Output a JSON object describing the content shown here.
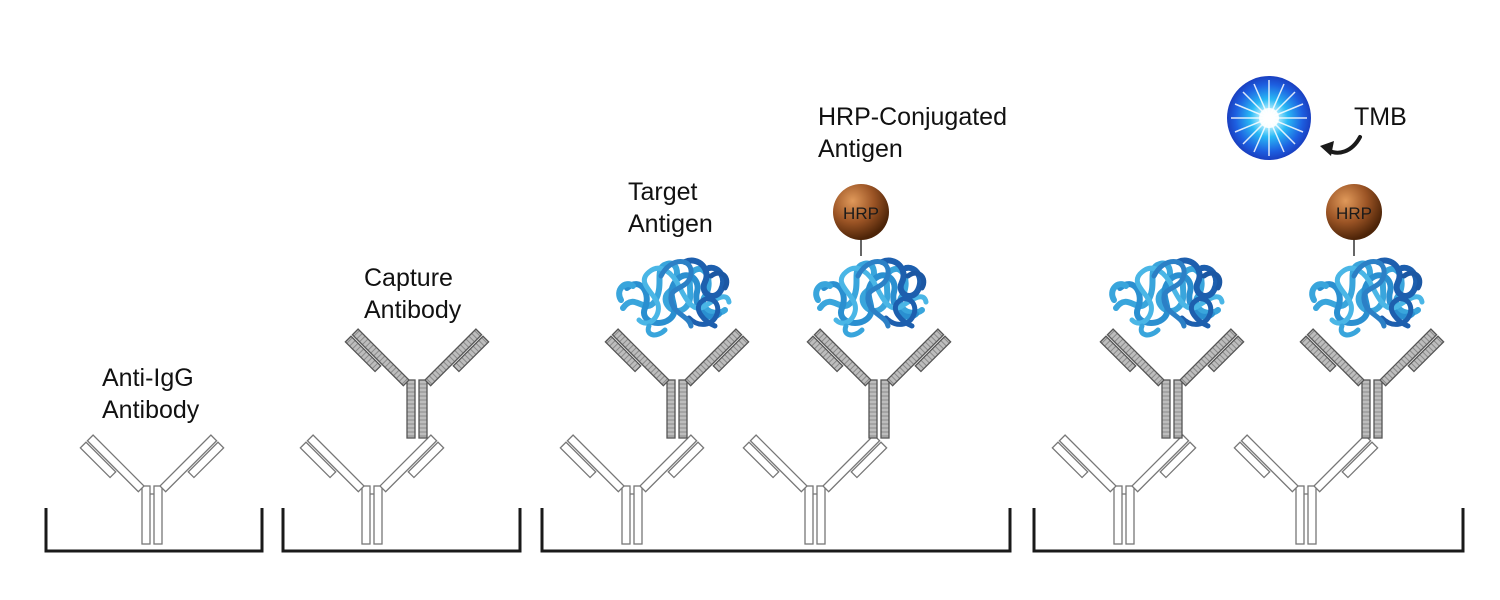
{
  "labels": {
    "anti_igg": [
      "Anti-IgG",
      "Antibody"
    ],
    "capture": [
      "Capture",
      "Antibody"
    ],
    "target": [
      "Target",
      "Antigen"
    ],
    "hrp_conjugated": [
      "HRP-Conjugated",
      "Antigen"
    ],
    "tmb": "TMB",
    "hrp": "HRP"
  },
  "colors": {
    "well_line": "#1a1a1a",
    "anti_igg_outline": "#7a7a7a",
    "capture_outline": "#5a5a5a",
    "capture_fill": "#9a9a9a",
    "antigen_light": "#3aa6dc",
    "antigen_dark": "#1b5aa6",
    "hrp_bead": "#8b4a1c",
    "tmb_glow": "#1e7ef0"
  },
  "icons": [
    "antibody-icon",
    "antigen-icon",
    "hrp-bead-icon",
    "tmb-signal-icon",
    "arrow-icon"
  ]
}
